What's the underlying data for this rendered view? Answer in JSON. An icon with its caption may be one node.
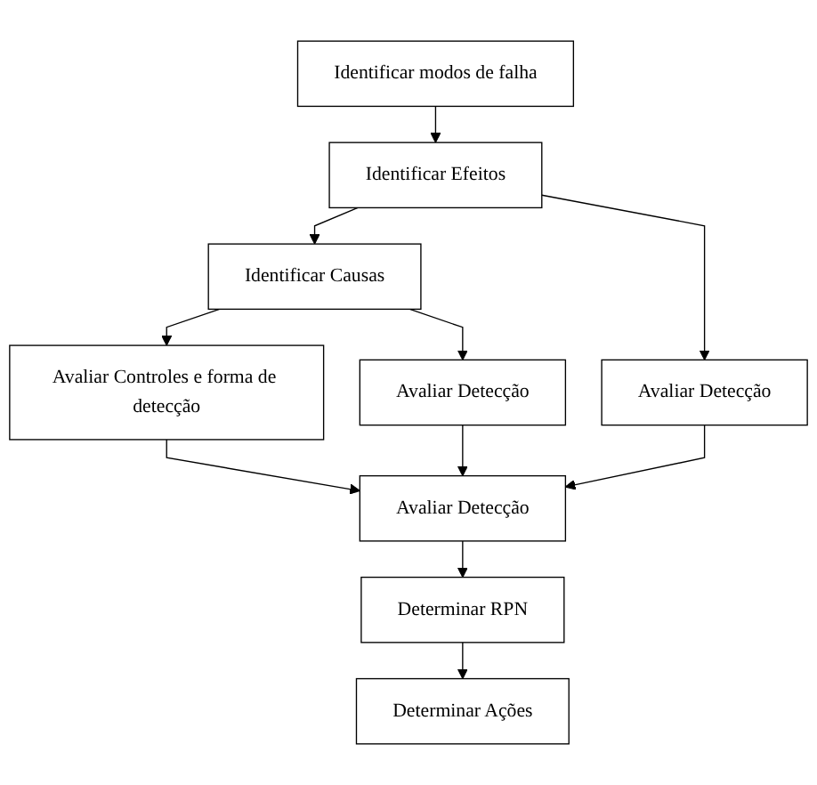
{
  "diagram": {
    "nodes": [
      {
        "text": [
          "Identificar modos de falha"
        ]
      },
      {
        "text": [
          "Identificar Efeitos"
        ]
      },
      {
        "text": [
          "Identificar Causas"
        ]
      },
      {
        "text": [
          "Avaliar Controles e forma de detecção"
        ]
      },
      {
        "text": [
          "Avaliar Detecção"
        ]
      },
      {
        "text": [
          "Avaliar Detecção"
        ]
      },
      {
        "text": [
          "Avaliar Detecção"
        ]
      },
      {
        "text": [
          "Determinar RPN"
        ]
      },
      {
        "text": [
          "Determinar Ações"
        ]
      }
    ],
    "edges": [
      {
        "from": 0,
        "to": 1,
        "arrow": "to"
      },
      {
        "from": 1,
        "to": 2,
        "arrow": "to"
      },
      {
        "from": 2,
        "to": 3,
        "arrow": "to"
      },
      {
        "from": 1,
        "to": 4,
        "arrow": "to"
      },
      {
        "from": 2,
        "to": 5,
        "arrow": "to"
      },
      {
        "from": 3,
        "to": 6,
        "arrow": "to"
      },
      {
        "from": 4,
        "to": 6,
        "arrow": "to"
      },
      {
        "from": 5,
        "to": 6,
        "arrow": "to"
      },
      {
        "from": 6,
        "to": 7,
        "arrow": "to"
      },
      {
        "from": 7,
        "to": 8,
        "arrow": "to"
      }
    ]
  }
}
